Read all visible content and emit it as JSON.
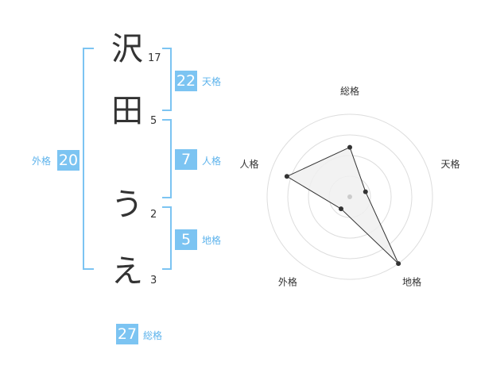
{
  "name": {
    "characters": [
      {
        "char": "沢",
        "strokes": "17"
      },
      {
        "char": "田",
        "strokes": "5"
      },
      {
        "char": "う",
        "strokes": "2"
      },
      {
        "char": "え",
        "strokes": "3"
      }
    ]
  },
  "fortune": {
    "tenkaku": {
      "value": "22",
      "label": "天格"
    },
    "jinkaku": {
      "value": "7",
      "label": "人格"
    },
    "chikaku": {
      "value": "5",
      "label": "地格"
    },
    "gaikaku": {
      "value": "20",
      "label": "外格"
    },
    "soukaku": {
      "value": "27",
      "label": "総格"
    }
  },
  "colors": {
    "accent": "#7cc4f2",
    "accent_text": "#5db3ec",
    "ring": "#dddddd",
    "fill": "#f0f0f0",
    "line": "#333333"
  },
  "chart_data": {
    "type": "radar",
    "axes": [
      "総格",
      "天格",
      "地格",
      "外格",
      "人格"
    ],
    "values": [
      0.6,
      0.2,
      1.0,
      0.18,
      0.8
    ],
    "rings": 4,
    "range": [
      0,
      1
    ]
  }
}
